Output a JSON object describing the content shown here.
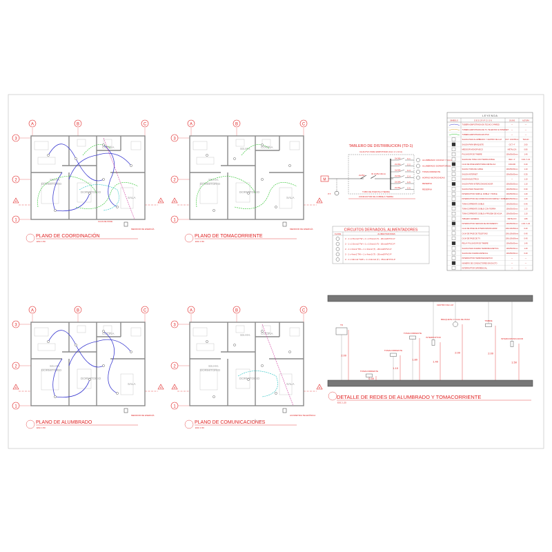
{
  "colors": {
    "annotation": "#e02020",
    "wall": "#888888",
    "lighting": "#3a3ad0",
    "outlets": "#22c022",
    "comms": "#20c0c0",
    "ground": "#d040a0",
    "beam": "#777777"
  },
  "grid": {
    "columns": [
      "A",
      "B",
      "C"
    ],
    "rows": [
      "3",
      "2",
      "1"
    ],
    "section": "A"
  },
  "rooms": [
    "SS.HH.",
    "COCINA",
    "DORMITORIO",
    "DORMITORIO",
    "SALA",
    "SS.HH."
  ],
  "plans": [
    {
      "title": "PLANO DE COORDINACIÓN",
      "scale": "ESC 1:50",
      "note": "MEDIDOR DE ENERGÍA",
      "note2": "CAJA DE PASE"
    },
    {
      "title": "PLANO DE TOMACORRIENTE",
      "scale": "ESC 1:50",
      "note": "MEDIDOR DE ENERGÍA",
      "note2": ""
    },
    {
      "title": "PLANO DE ALUMBRADO",
      "scale": "ESC 1:50",
      "note": "MEDIDOR DE ENERGÍA",
      "note2": ""
    },
    {
      "title": "PLANO DE COMUNICACIONES",
      "scale": "ESC 1:50",
      "note": "ACOMETIDA TELEFÓNICA",
      "note2": ""
    }
  ],
  "tablero": {
    "title": "TABLERO DE DISTRIBUCION (TD-1)",
    "subtitle": "CAJA PVC PARA EMPOTRAR (CAJ. 2 x 10 A)",
    "meter": "M",
    "ground_label": "P.T.",
    "main_breaker": "2x25A",
    "diff": "ID 2x25A 30mA",
    "breakers": [
      "2x16A",
      "2x16A",
      "2x20A",
      "2x20A",
      "2x16A",
      "2x16A"
    ],
    "circuits": [
      "C-1",
      "C-2",
      "C-3",
      "C-4",
      "C-5",
      "C-6"
    ],
    "loads": [
      "ALUMBRADO COCINA Y SALA",
      "ALUMBRADO DORMITORIOS",
      "TOMACORRIENTE",
      "HORNO MICROONDAS",
      "RESERVA",
      "RESERVA"
    ],
    "bottom_1": "TUBO DE PUESTA A TIERRA",
    "bottom_2": "CONDUCTOR DE COBRE A TIERRA"
  },
  "circuits_table": {
    "title": "CIRCUITOS DERIVADOS, ALIMENTADORES",
    "headers": [
      "CLAVE",
      "ALIMENTADORES"
    ],
    "rows": [
      "2 - 1 x 2.5mm2 TW + 1 x 2.5mm2 (T) - 20mmØ PVC-P",
      "2 - 1 x 2.5mm2 TW + 1 x 2.5mm2 (T) - 20mmØ PVC-P",
      "2 - 1 x 4mm2 TW + 1 x 4mm2 (T) - 20mmØ PVC-P",
      "2 - 1 x 4mm2 TW + 1 x 4mm2 (T) - 20mmØ PVC-P",
      "2 - 1 x 10mm2 THW + 1 x 10mm2 (T) - 35mmØ PVC-P"
    ]
  },
  "legend": {
    "title": "L E Y E N D A",
    "headers": [
      "SIMBOLO",
      "D E S C R I P C I O N",
      "CAJAS",
      "ALTURA"
    ],
    "rows": [
      [
        "TUBERIA EMPOTRADA EN TECHO O PARED",
        "---",
        "---"
      ],
      [
        "TUBERIA EMPOTRADA DE TV, TELEFONO E INTERNET",
        "---",
        "---"
      ],
      [
        "TUBERIA EMPOTRADA EN PISO",
        "---",
        "---"
      ],
      [
        "SALIDA PARA ALUMBRADO Y CENTRO DE LUZ",
        "OCT. 100x55mm",
        "TECHO"
      ],
      [
        "SALIDA PARA BRAQUETE",
        "OCT. 4\"",
        "2.00"
      ],
      [
        "MEDIDOR MONOFASICO",
        "METALICA",
        "0.80"
      ],
      [
        "PULSADOR DE TIMBRE",
        "100x55x50mm",
        "1.40"
      ],
      [
        "SALIDA DE TOMA CON TIERRA DOBLE",
        "REC. 4\"",
        "0.40 / 1.10"
      ],
      [
        "CAJA DE PASE EMPOTRADA METALICA",
        "100x100",
        "0.40"
      ],
      [
        "SALIDA TOMA DE CABLE",
        "100x55x50mm",
        "1.10"
      ],
      [
        "SALIDA INTERNET",
        "100x55x50mm",
        "0.30"
      ],
      [
        "SALIDA ELECTRICA",
        "---",
        "1.10"
      ],
      [
        "SALIDA PARA INTERCOMUNICADOR",
        "100x55x50mm",
        "1.10"
      ],
      [
        "SALIDA PARA TELEFONO",
        "100x55x50mm",
        "0.30"
      ],
      [
        "INTERRUPTOR SIMPLE, DOBLE Y TRIPLE",
        "100x55x50mm",
        "1.40"
      ],
      [
        "INTERRUPTOR DE CONMUTACION SIMPLE Y DOBLE",
        "100x55x50mm",
        "1.40"
      ],
      [
        "TOMACORRIENTE DOBLE",
        "100x55x50mm",
        "0.40"
      ],
      [
        "TOMACORRIENTE DOBLE CON TIERRA",
        "100x55x50mm",
        "1.10"
      ],
      [
        "TOMACORRIENTE DOBLE A PRUEBA DE AGUA",
        "100x55x50mm",
        "1.10"
      ],
      [
        "TABLERO GENERAL",
        "METALICO",
        "1.80"
      ],
      [
        "INTERRUPTOR SENSOR DE MOVIMIENTO",
        "100x55x50mm",
        "2.00 / 1.20"
      ],
      [
        "CAJA DE PASE DE INTERCOMUNICADOR",
        "100x100x50mm",
        "0.40"
      ],
      [
        "CAJA DE PASE DE TELEFONO",
        "100x100x50mm",
        "0.40"
      ],
      [
        "CAJA DE PASE DE TV",
        "100x100x50mm",
        "0.40"
      ],
      [
        "RELAY PULSADOR DE TIMBRE",
        "100x55x50mm",
        "1.40"
      ],
      [
        "SALIDA PARA FUERZA TERMOMAGNETICA",
        "100x55x50mm",
        "1.40"
      ],
      [
        "SALIDA DE FUERZA ESPECIAL",
        "100x55x50mm",
        "0.40"
      ],
      [
        "INTERRUPTOR TERMOMAGNETICO",
        "---",
        "---"
      ],
      [
        "NUMERO DE CONDUCTORES EN DUCTO",
        "---",
        "---"
      ],
      [
        "INTERRUPTOR DIFERENCIAL",
        "---",
        "---"
      ]
    ]
  },
  "detail": {
    "title": "DETALLE DE REDES DE ALUMBRADO Y TOMACORRIENTE",
    "scale": "ESC 1:25",
    "items": [
      {
        "label": "TD",
        "height": "2.00"
      },
      {
        "label": "TOMACORRIENTE",
        "height": "0.40"
      },
      {
        "label": "TOMACORRIENTE",
        "height": "1.10"
      },
      {
        "label": "TOMACORRIENTE",
        "height": "1.80"
      },
      {
        "label": "INTERRUPTOR",
        "height": "1.40"
      },
      {
        "label": "BRAQUETE O CAJA DE PASO",
        "height": "2.00"
      },
      {
        "label": "TIMBRE",
        "height": "2.00"
      },
      {
        "label": "INTERCOMUNICADOR",
        "height": "1.50"
      }
    ],
    "ceiling_label": "CENTRO DE LUZ"
  },
  "sheet": {
    "page_mark": "1"
  }
}
